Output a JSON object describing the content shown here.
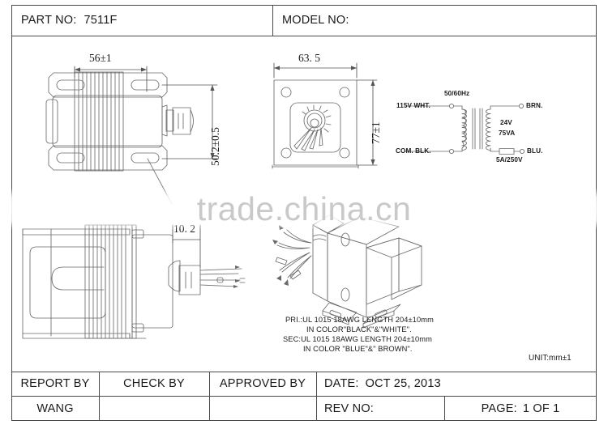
{
  "document": {
    "type": "engineering-drawing",
    "watermark": "trade.china.cn",
    "unit_note": "UNIT:mm±1"
  },
  "header": {
    "part_label": "PART NO:",
    "part_value": "7511F",
    "model_label": "MODEL NO:"
  },
  "title_block": {
    "report_by_label": "REPORT BY",
    "check_by_label": "CHECK BY",
    "approved_by_label": "APPROVED BY",
    "date_label": "DATE:",
    "date_value": "OCT 25, 2013",
    "report_by_value": "WANG",
    "check_by_value": "",
    "approved_by_value": "",
    "rev_label": "REV NO:",
    "rev_value": "",
    "page_label": "PAGE:",
    "page_value": "1  OF 1"
  },
  "views": {
    "top_view": {
      "width_dim": "56±1",
      "height_dim": "50.2±0.5"
    },
    "front_view": {
      "width_dim": "63. 5",
      "height_dim": "77±1"
    },
    "side_view": {
      "depth_dim": "10. 2"
    },
    "iso_view": {
      "label": ""
    }
  },
  "wiring": {
    "frequency": "50/60Hz",
    "primary_top": "115V WHT.",
    "primary_bottom": "COM. BLK.",
    "secondary_top": "BRN.",
    "secondary_bottom": "BLU.",
    "rating_voltage": "24V",
    "rating_power": "75VA",
    "fuse": "5A/250V"
  },
  "notes": [
    "PRI.:UL 1015 18AWG LENGTH 204±10mm",
    "IN COLOR\"BLACK\"&\"WHITE\".",
    "SEC:UL 1015 18AWG LENGTH 204±10mm",
    "IN COLOR \"BLUE\"&\" BROWN\"."
  ],
  "colors": {
    "line": "#4a4a4a",
    "draw": "#5a5a5a",
    "text": "#1a1a1a",
    "watermark": "#c9c9c9"
  }
}
